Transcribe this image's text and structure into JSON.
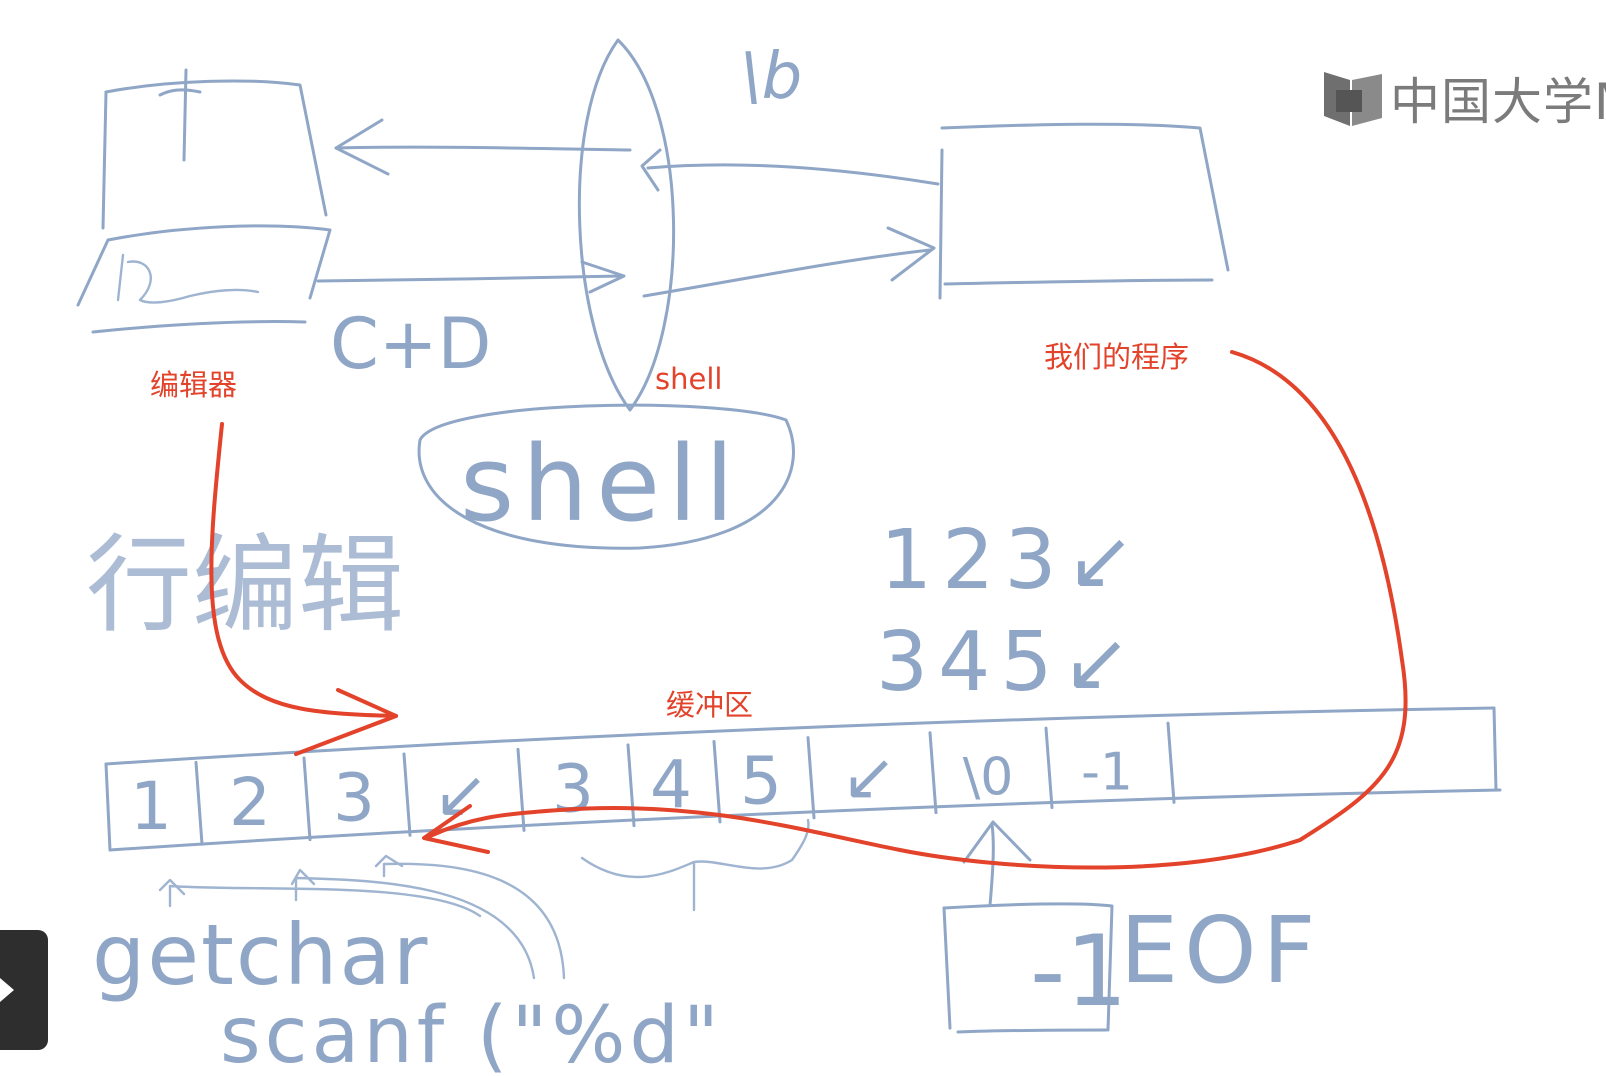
{
  "logo": {
    "text": "中国大学M",
    "icon": "mooc-book-icon"
  },
  "annotations": {
    "editor": "编辑器",
    "shell": "shell",
    "our_program": "我们的程序",
    "buffer": "缓冲区"
  },
  "handwriting": {
    "backslash_b": "\\b",
    "ctrl_d": "C+D",
    "shell_word": "shell",
    "line_edit": "行编辑",
    "input_line1": "123↙",
    "input_line2": "345↙",
    "getchar": "getchar",
    "scanf": "scanf (\"%d\"",
    "eof": "EOF",
    "eof_value": "-1",
    "buffer_cells": [
      "1",
      "2",
      "3",
      "↙",
      "3",
      "4",
      "5",
      "↙",
      "\\0",
      "-1",
      ""
    ]
  },
  "colors": {
    "ink": "#8fa6c6",
    "annotation": "#e2432a",
    "logo": "#7b7b7b"
  },
  "controls": {
    "play_icon": "play-icon"
  }
}
